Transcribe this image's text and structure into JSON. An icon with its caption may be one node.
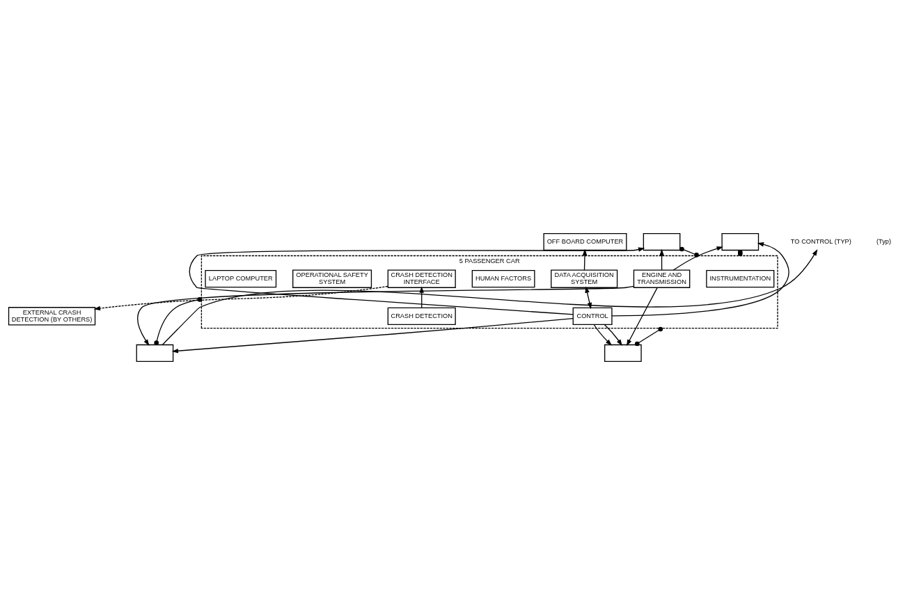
{
  "diagram": {
    "nodes": [
      {
        "text": [
          "5 PASSENGER CAR"
        ]
      },
      {
        "text": [],
        "shape": "box"
      },
      {
        "text": [],
        "shape": "box"
      },
      {
        "text": [],
        "shape": "box"
      },
      {
        "text": [],
        "shape": "box"
      },
      {
        "text": [
          "OFF BOARD COMPUTER"
        ]
      },
      {
        "text": [
          "INSTRUMENTATION"
        ],
        "in": 0
      },
      {
        "text": [
          "DATA ACQUISITION SYSTEM"
        ],
        "in": 0
      },
      {
        "text": [
          "CRASH DETECTION INTERFACE"
        ],
        "in": 0
      },
      {
        "text": [
          "HUMAN FACTORS"
        ],
        "in": 0
      },
      {
        "text": [
          "EXTERNAL CRASH DETECTION (BY OTHERS)"
        ]
      },
      {
        "text": [
          "ENGINE AND TRANSMISSION"
        ],
        "in": 0
      },
      {
        "text": [
          "CRASH DETECTION"
        ],
        "in": 0
      },
      {
        "text": [
          "CONTROL"
        ],
        "in": 0
      },
      {
        "text": [
          "OPERATIONAL SAFETY SYSTEM"
        ],
        "in": 0
      },
      {
        "text": [
          "LAPTOP COMPUTER"
        ],
        "in": 0
      },
      {
        "text": [
          "TO CONTROL (TYP)"
        ]
      }
    ],
    "edges": [
      {
        "from": 7,
        "to": 5,
        "arrow": "to"
      },
      {
        "from": 11,
        "to": 1,
        "arrow": "to"
      },
      {
        "from": 13,
        "to": 1,
        "arrow": "to"
      },
      {
        "from": 11,
        "to": 3,
        "arrow": "to"
      },
      {
        "from": 13,
        "to": 3,
        "arrow": "to"
      },
      {
        "from": 7,
        "to": 13,
        "arrow": "both"
      },
      {
        "from": 12,
        "to": 8,
        "arrow": "to"
      },
      {
        "from": 8,
        "to": 10,
        "arrow": "to",
        "style": "dashed"
      },
      {
        "from": 11,
        "to": 2,
        "arrow": "to"
      },
      {
        "from": 11,
        "to": 4,
        "arrow": "to"
      },
      {
        "from": 13,
        "to": 2,
        "arrow": "to"
      },
      {
        "from": 13,
        "to": 4,
        "arrow": "to"
      },
      {
        "from": 13,
        "to": 4,
        "arrow": "to"
      },
      {
        "from": 1,
        "to": 0,
        "arrow": "other"
      },
      {
        "from": 2,
        "to": 0,
        "arrow": "other"
      },
      {
        "from": 3,
        "to": 0,
        "arrow": "other"
      },
      {
        "from": 4,
        "to": 0,
        "arrow": "other"
      },
      {
        "from": 3,
        "to": 16,
        "arrow": "to"
      }
    ],
    "labels": [
      "(Typ)"
    ]
  }
}
